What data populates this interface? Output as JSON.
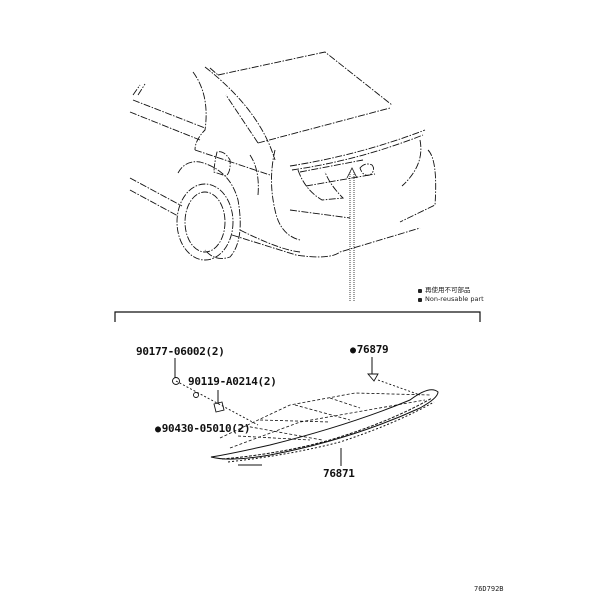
{
  "diagram": {
    "type": "exploded parts diagram",
    "subject": "Rear spoiler / luggage compartment trim assembly",
    "legend": {
      "items": [
        {
          "symbol": "square",
          "text": "再使用不可部品"
        },
        {
          "symbol": "square",
          "text": "Non-reusable part"
        }
      ]
    },
    "parts": [
      {
        "id": "p1",
        "part_number": "90177-06002(2)",
        "non_reusable": false
      },
      {
        "id": "p2",
        "part_number": "90119-A0214(2)",
        "non_reusable": false
      },
      {
        "id": "p3",
        "part_number": "90430-05010(2)",
        "non_reusable": true
      },
      {
        "id": "p4",
        "part_number": "76879",
        "non_reusable": true
      },
      {
        "id": "p5",
        "part_number": "76871",
        "non_reusable": false
      }
    ],
    "reference_code": "76D792B",
    "dot_symbol": "●"
  }
}
